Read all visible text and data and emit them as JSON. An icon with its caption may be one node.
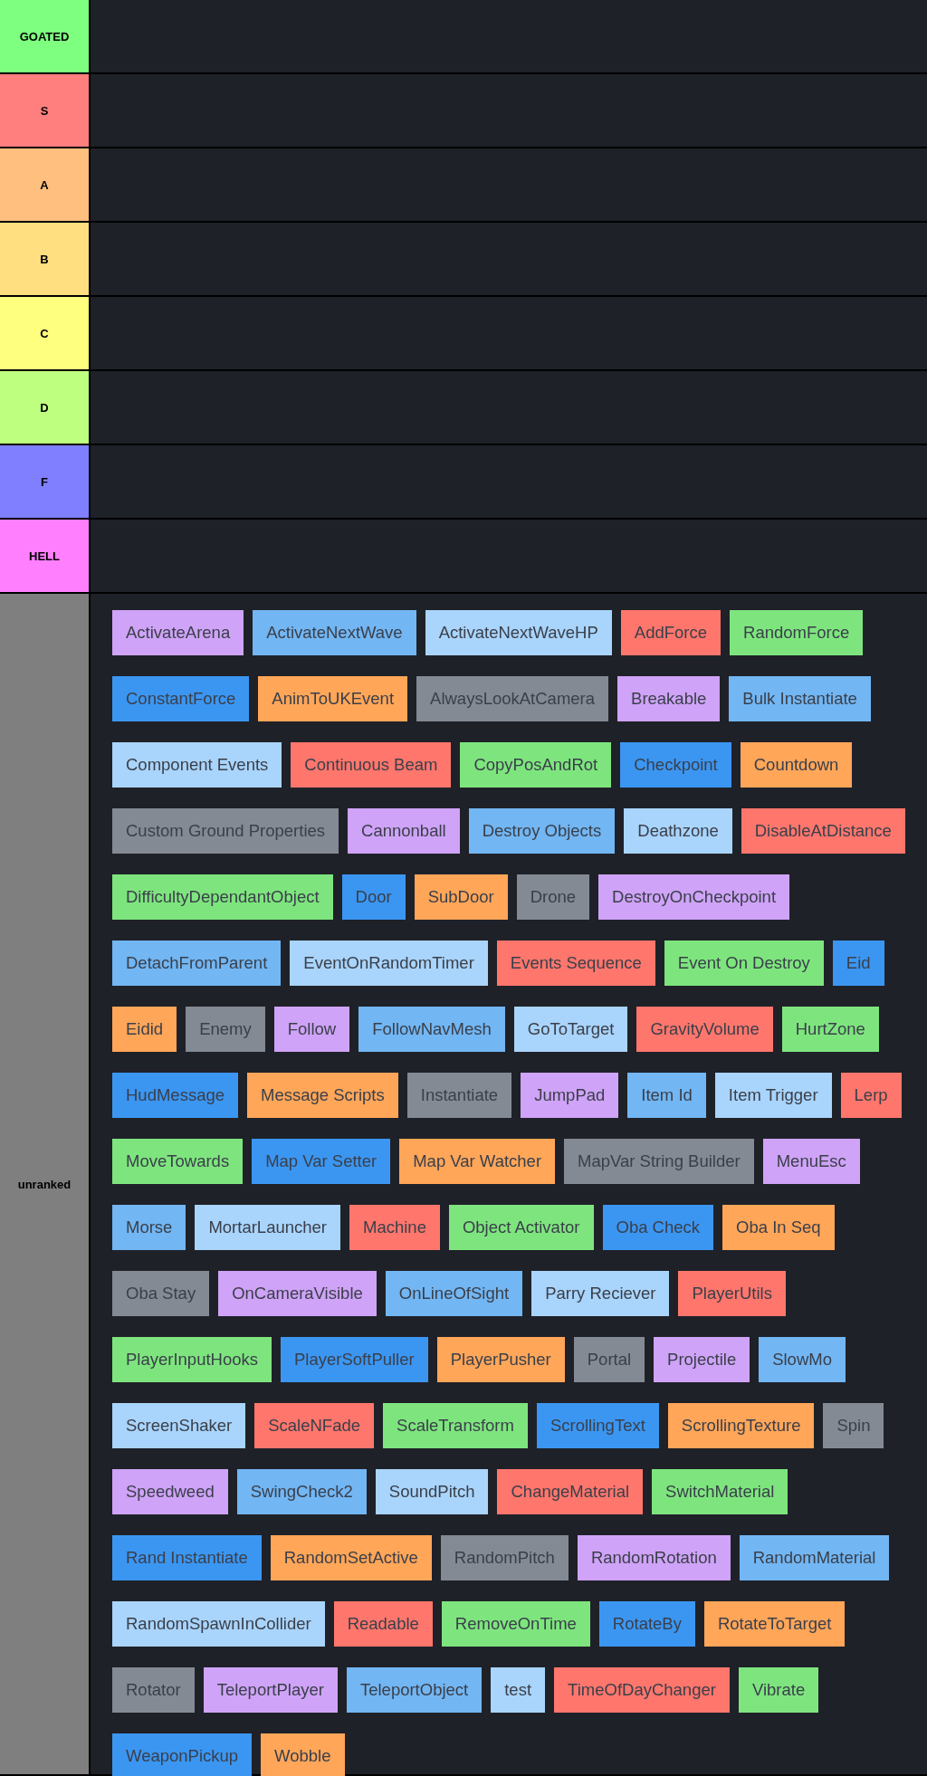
{
  "diagram": {
    "nodes": [
      {
        "text": [
          "GOATED"
        ]
      },
      {
        "text": [
          "S"
        ]
      },
      {
        "text": [
          "A"
        ]
      },
      {
        "text": [
          "B"
        ]
      },
      {
        "text": [
          "C"
        ]
      },
      {
        "text": [
          "D"
        ]
      },
      {
        "text": [
          "F"
        ]
      },
      {
        "text": [
          "HELL"
        ]
      },
      {
        "text": [
          "unranked"
        ]
      },
      {
        "text": [
          "ActivateArena"
        ],
        "in": 8
      },
      {
        "text": [
          "ActivateNextWave"
        ],
        "in": 8
      },
      {
        "text": [
          "ActivateNextWaveHP"
        ],
        "in": 8
      },
      {
        "text": [
          "AddForce"
        ],
        "in": 8
      },
      {
        "text": [
          "RandomForce"
        ],
        "in": 8
      },
      {
        "text": [
          "ConstantForce"
        ],
        "in": 8
      },
      {
        "text": [
          "AnimToUKEvent"
        ],
        "in": 8
      },
      {
        "text": [
          "AlwaysLookAtCamera"
        ],
        "in": 8
      },
      {
        "text": [
          "Breakable"
        ],
        "in": 8
      },
      {
        "text": [
          "Bulk Instantiate"
        ],
        "in": 8
      },
      {
        "text": [
          "Component Events"
        ],
        "in": 8
      },
      {
        "text": [
          "Continuous Beam"
        ],
        "in": 8
      },
      {
        "text": [
          "CopyPosAndRot"
        ],
        "in": 8
      },
      {
        "text": [
          "Checkpoint"
        ],
        "in": 8
      },
      {
        "text": [
          "Countdown"
        ],
        "in": 8
      },
      {
        "text": [
          "Custom Ground Properties"
        ],
        "in": 8
      },
      {
        "text": [
          "Cannonball"
        ],
        "in": 8
      },
      {
        "text": [
          "Destroy Objects"
        ],
        "in": 8
      },
      {
        "text": [
          "Deathzone"
        ],
        "in": 8
      },
      {
        "text": [
          "DisableAtDistance"
        ],
        "in": 8
      },
      {
        "text": [
          "DifficultyDependantObject"
        ],
        "in": 8
      },
      {
        "text": [
          "Door"
        ],
        "in": 8
      },
      {
        "text": [
          "SubDoor"
        ],
        "in": 8
      },
      {
        "text": [
          "Drone"
        ],
        "in": 8
      },
      {
        "text": [
          "DestroyOnCheckpoint"
        ],
        "in": 8
      },
      {
        "text": [
          "DetachFromParent"
        ],
        "in": 8
      },
      {
        "text": [
          "EventOnRandomTimer"
        ],
        "in": 8
      },
      {
        "text": [
          "Events Sequence"
        ],
        "in": 8
      },
      {
        "text": [
          "Event On Destroy"
        ],
        "in": 8
      },
      {
        "text": [
          "Eid"
        ],
        "in": 8
      },
      {
        "text": [
          "Eidid"
        ],
        "in": 8
      },
      {
        "text": [
          "Enemy"
        ],
        "in": 8
      },
      {
        "text": [
          "Follow"
        ],
        "in": 8
      },
      {
        "text": [
          "FollowNavMesh"
        ],
        "in": 8
      },
      {
        "text": [
          "GoToTarget"
        ],
        "in": 8
      },
      {
        "text": [
          "GravityVolume"
        ],
        "in": 8
      },
      {
        "text": [
          "HurtZone"
        ],
        "in": 8
      },
      {
        "text": [
          "HudMessage"
        ],
        "in": 8
      },
      {
        "text": [
          "Message Scripts"
        ],
        "in": 8
      },
      {
        "text": [
          "Instantiate"
        ],
        "in": 8
      },
      {
        "text": [
          "JumpPad"
        ],
        "in": 8
      },
      {
        "text": [
          "Item Id"
        ],
        "in": 8
      },
      {
        "text": [
          "Item Trigger"
        ],
        "in": 8
      },
      {
        "text": [
          "Lerp"
        ],
        "in": 8
      },
      {
        "text": [
          "MoveTowards"
        ],
        "in": 8
      },
      {
        "text": [
          "Map Var Setter"
        ],
        "in": 8
      },
      {
        "text": [
          "Map Var Watcher"
        ],
        "in": 8
      },
      {
        "text": [
          "MapVar String Builder"
        ],
        "in": 8
      },
      {
        "text": [
          "MenuEsc"
        ],
        "in": 8
      },
      {
        "text": [
          "Morse"
        ],
        "in": 8
      },
      {
        "text": [
          "MortarLauncher"
        ],
        "in": 8
      },
      {
        "text": [
          "Machine"
        ],
        "in": 8
      },
      {
        "text": [
          "Object Activator"
        ],
        "in": 8
      },
      {
        "text": [
          "Oba Check"
        ],
        "in": 8
      },
      {
        "text": [
          "Oba In Seq"
        ],
        "in": 8
      },
      {
        "text": [
          "Oba Stay"
        ],
        "in": 8
      },
      {
        "text": [
          "OnCameraVisible"
        ],
        "in": 8
      },
      {
        "text": [
          "OnLineOfSight"
        ],
        "in": 8
      },
      {
        "text": [
          "Parry Reciever"
        ],
        "in": 8
      },
      {
        "text": [
          "PlayerUtils"
        ],
        "in": 8
      },
      {
        "text": [
          "PlayerInputHooks"
        ],
        "in": 8
      },
      {
        "text": [
          "PlayerSoftPuller"
        ],
        "in": 8
      },
      {
        "text": [
          "PlayerPusher"
        ],
        "in": 8
      },
      {
        "text": [
          "Portal"
        ],
        "in": 8
      },
      {
        "text": [
          "Projectile"
        ],
        "in": 8
      },
      {
        "text": [
          "SlowMo"
        ],
        "in": 8
      },
      {
        "text": [
          "ScreenShaker"
        ],
        "in": 8
      },
      {
        "text": [
          "ScaleNFade"
        ],
        "in": 8
      },
      {
        "text": [
          "ScaleTransform"
        ],
        "in": 8
      },
      {
        "text": [
          "ScrollingText"
        ],
        "in": 8
      },
      {
        "text": [
          "ScrollingTexture"
        ],
        "in": 8
      },
      {
        "text": [
          "Spin"
        ],
        "in": 8
      },
      {
        "text": [
          "Speedweed"
        ],
        "in": 8
      },
      {
        "text": [
          "SwingCheck2"
        ],
        "in": 8
      },
      {
        "text": [
          "SoundPitch"
        ],
        "in": 8
      },
      {
        "text": [
          "ChangeMaterial"
        ],
        "in": 8
      },
      {
        "text": [
          "SwitchMaterial"
        ],
        "in": 8
      },
      {
        "text": [
          "Rand Instantiate"
        ],
        "in": 8
      },
      {
        "text": [
          "RandomSetActive"
        ],
        "in": 8
      },
      {
        "text": [
          "RandomPitch"
        ],
        "in": 8
      },
      {
        "text": [
          "RandomRotation"
        ],
        "in": 8
      },
      {
        "text": [
          "RandomMaterial"
        ],
        "in": 8
      },
      {
        "text": [
          "RandomSpawnInCollider"
        ],
        "in": 8
      },
      {
        "text": [
          "Readable"
        ],
        "in": 8
      },
      {
        "text": [
          "RemoveOnTime"
        ],
        "in": 8
      },
      {
        "text": [
          "RotateBy"
        ],
        "in": 8
      },
      {
        "text": [
          "RotateToTarget"
        ],
        "in": 8
      },
      {
        "text": [
          "Rotator"
        ],
        "in": 8
      },
      {
        "text": [
          "TeleportPlayer"
        ],
        "in": 8
      },
      {
        "text": [
          "TeleportObject"
        ],
        "in": 8
      },
      {
        "text": [
          "test"
        ],
        "in": 8
      },
      {
        "text": [
          "TimeOfDayChanger"
        ],
        "in": 8
      },
      {
        "text": [
          "Vibrate"
        ],
        "in": 8
      },
      {
        "text": [
          "WeaponPickup"
        ],
        "in": 8
      },
      {
        "text": [
          "Wobble"
        ],
        "in": 8
      }
    ]
  }
}
